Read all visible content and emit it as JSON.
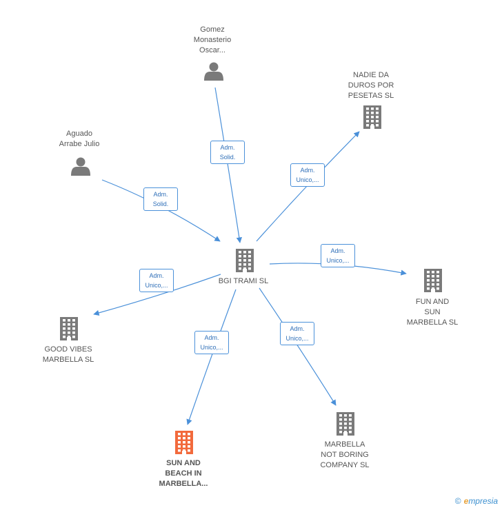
{
  "colors": {
    "edge": "#4a90d9",
    "node": "#7a7a7a",
    "highlight": "#f26a3c"
  },
  "nodes": [
    {
      "id": "center",
      "type": "company",
      "label": "BGI TRAMI  SL",
      "highlight": false
    },
    {
      "id": "gomez",
      "type": "person",
      "label": "Gomez\nMonasterio\nOscar...",
      "highlight": false
    },
    {
      "id": "aguado",
      "type": "person",
      "label": "Aguado\nArrabe Julio",
      "highlight": false
    },
    {
      "id": "nadie",
      "type": "company",
      "label": "NADIE DA\nDUROS POR\nPESETAS  SL",
      "highlight": false
    },
    {
      "id": "funsun",
      "type": "company",
      "label": "FUN AND\nSUN\nMARBELLA  SL",
      "highlight": false
    },
    {
      "id": "goodvibes",
      "type": "company",
      "label": "GOOD VIBES\nMARBELLA  SL",
      "highlight": false
    },
    {
      "id": "sunbeach",
      "type": "company",
      "label": "SUN AND\nBEACH IN\nMARBELLA...",
      "highlight": true
    },
    {
      "id": "notboring",
      "type": "company",
      "label": "MARBELLA\nNOT BORING\nCOMPANY  SL",
      "highlight": false
    }
  ],
  "edges": [
    {
      "from": "gomez",
      "to": "center",
      "label": "Adm.\nSolid."
    },
    {
      "from": "aguado",
      "to": "center",
      "label": "Adm.\nSolid."
    },
    {
      "from": "center",
      "to": "nadie",
      "label": "Adm.\nUnico,..."
    },
    {
      "from": "center",
      "to": "funsun",
      "label": "Adm.\nUnico,..."
    },
    {
      "from": "center",
      "to": "goodvibes",
      "label": "Adm.\nUnico,..."
    },
    {
      "from": "center",
      "to": "sunbeach",
      "label": "Adm.\nUnico,..."
    },
    {
      "from": "center",
      "to": "notboring",
      "label": "Adm.\nUnico,..."
    }
  ],
  "brand": {
    "copyright": "©",
    "initial": "e",
    "rest": "mpresia"
  }
}
